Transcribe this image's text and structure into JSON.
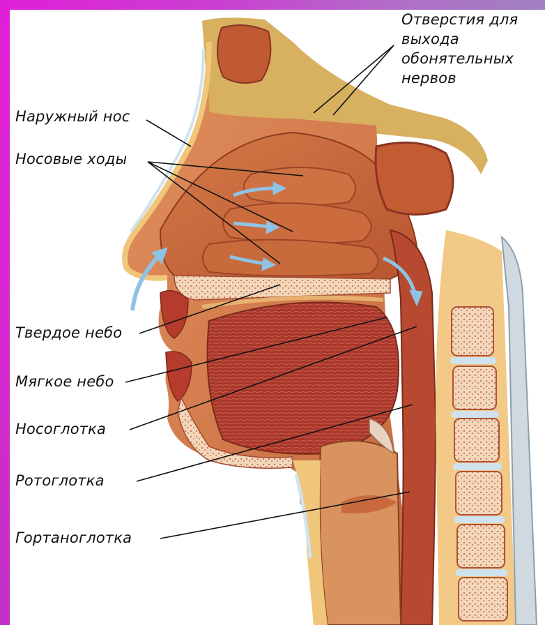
{
  "colors": {
    "border": "#e020d8",
    "tissue": "#c8663e",
    "tissue_dark": "#9a3e22",
    "muscle": "#a8352a",
    "bone": "#f0c98a",
    "cartilage": "#d9e6f0",
    "airflow_arrow": "#8fc3e6"
  },
  "labels": {
    "outer_nose": "Наружный нос",
    "nasal_passages": "Носовые ходы",
    "hard_palate": "Твердое небо",
    "soft_palate": "Мягкое небо",
    "nasopharynx": "Носоглотка",
    "oropharynx": "Ротоглотка",
    "laryngopharynx": "Гортаноглотка",
    "olfactory_openings": [
      "Отверстия для",
      "выхода",
      "обонятельных",
      "нервов"
    ]
  }
}
